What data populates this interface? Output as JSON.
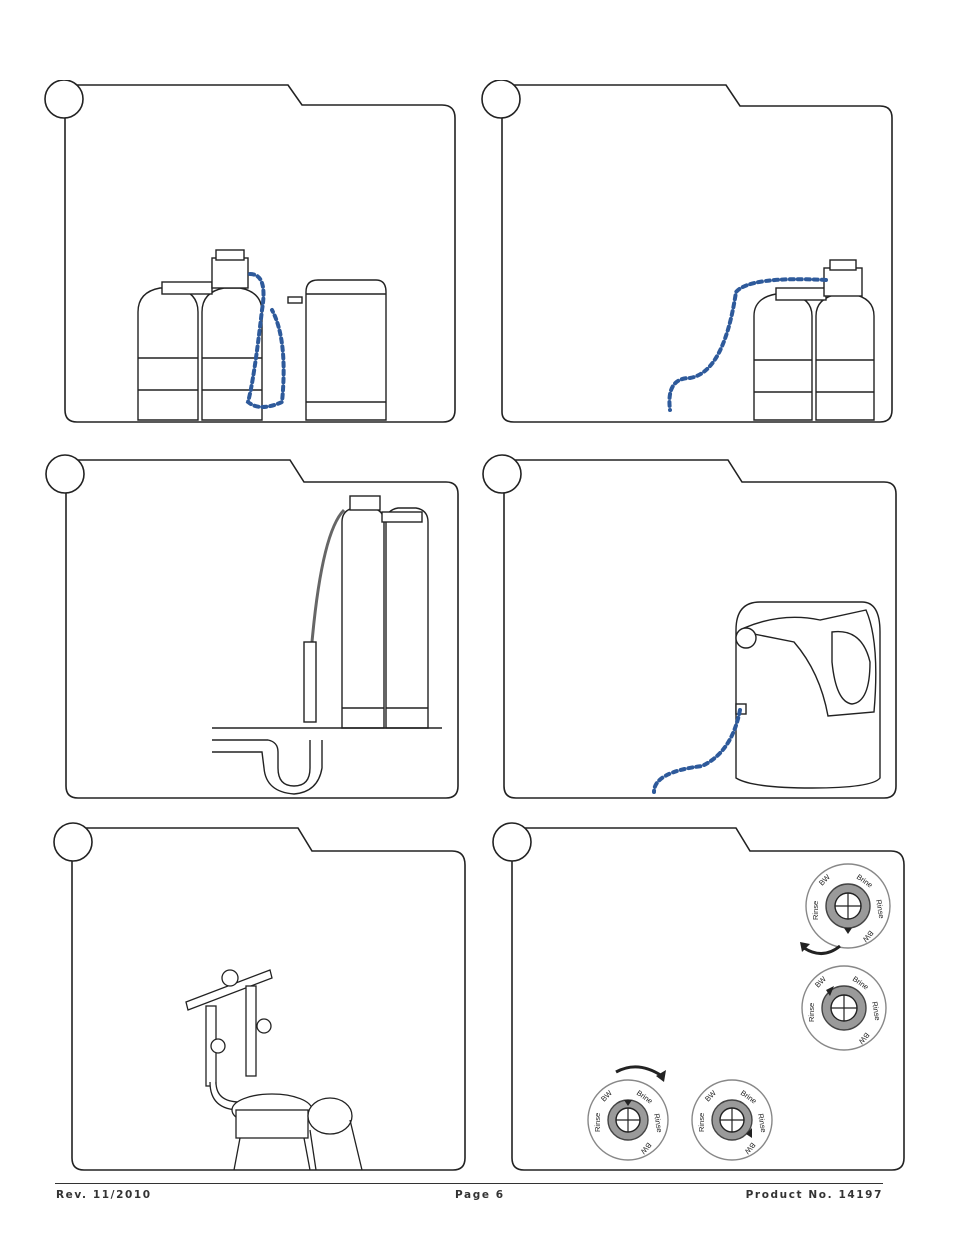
{
  "footer": {
    "revision": "Rev. 11/2010",
    "page": "Page 6",
    "product": "Product No. 14197"
  },
  "dials": {
    "labels": [
      "BW",
      "Brine",
      "Rinse",
      "BW",
      "Brine",
      "Rinse"
    ]
  },
  "colors": {
    "hose": "#2e5a9b",
    "line": "#222222",
    "dial_gray": "#9a9a9a"
  }
}
